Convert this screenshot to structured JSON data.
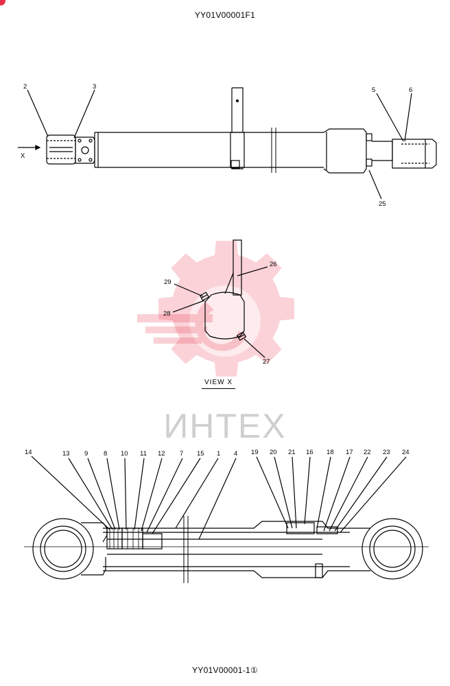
{
  "title": "YY01V00001F1",
  "footer": "YY01V00001-1①",
  "view_label": "VIEW  X",
  "arrow_label": "X",
  "watermark_text": "ИНТЕХ",
  "watermark_color": "#e8304a",
  "top_view_labels": [
    "2",
    "3",
    "5",
    "6",
    "25"
  ],
  "view_x_labels": [
    "26",
    "29",
    "28",
    "27"
  ],
  "section_labels": [
    "14",
    "13",
    "9",
    "8",
    "10",
    "11",
    "12",
    "7",
    "15",
    "1",
    "4",
    "19",
    "20",
    "21",
    "16",
    "18",
    "17",
    "22",
    "23",
    "24"
  ]
}
